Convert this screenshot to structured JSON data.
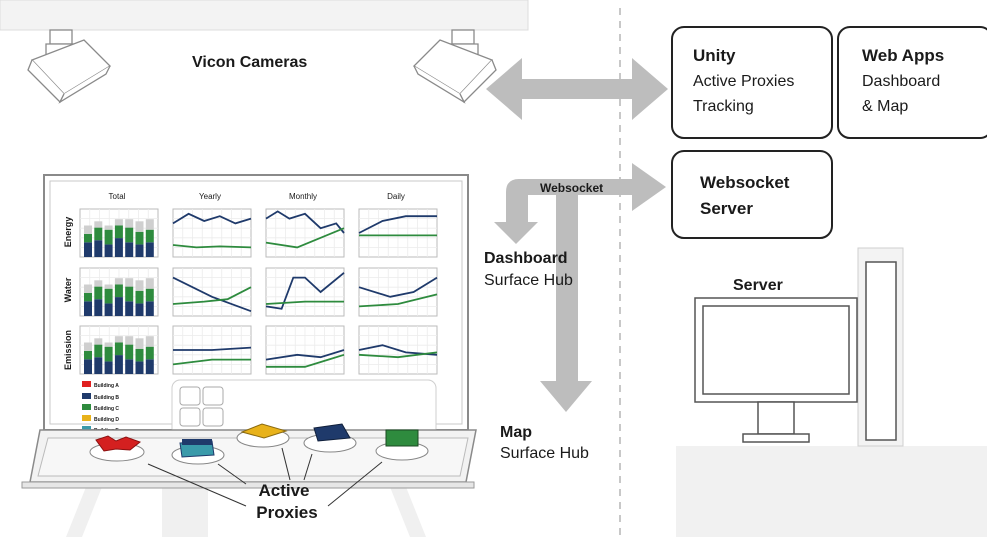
{
  "labels": {
    "vicon_cameras": "Vicon Cameras",
    "unity_title": "Unity",
    "unity_line1": "Active Proxies",
    "unity_line2": "Tracking",
    "webapps_title": "Web Apps",
    "webapps_line1": "Dashboard",
    "webapps_line2": "& Map",
    "websocket_arrow": "Websocket",
    "websocket_server_line1": "Websocket",
    "websocket_server_line2": "Server",
    "dashboard_title": "Dashboard",
    "dashboard_sub": "Surface Hub",
    "map_title": "Map",
    "map_sub": "Surface Hub",
    "server": "Server",
    "active_proxies_line1": "Active",
    "active_proxies_line2": "Proxies"
  },
  "dashboard": {
    "columns": [
      "Total",
      "Yearly",
      "Monthly",
      "Daily"
    ],
    "rows": [
      "Energy",
      "Water",
      "Emission"
    ],
    "legend": [
      {
        "label": "Building A",
        "color": "#e02020"
      },
      {
        "label": "Building B",
        "color": "#1f3a6b"
      },
      {
        "label": "Building C",
        "color": "#2e8b3e"
      },
      {
        "label": "Building D",
        "color": "#e8b21a"
      },
      {
        "label": "Building E",
        "color": "#3a9aaa"
      }
    ]
  },
  "colors": {
    "series_dark": "#1f3a6b",
    "series_green": "#2e8b3e",
    "bar_gray": "#cfcfcf",
    "arrow_gray": "#bdbdbd",
    "outline": "#222222"
  }
}
